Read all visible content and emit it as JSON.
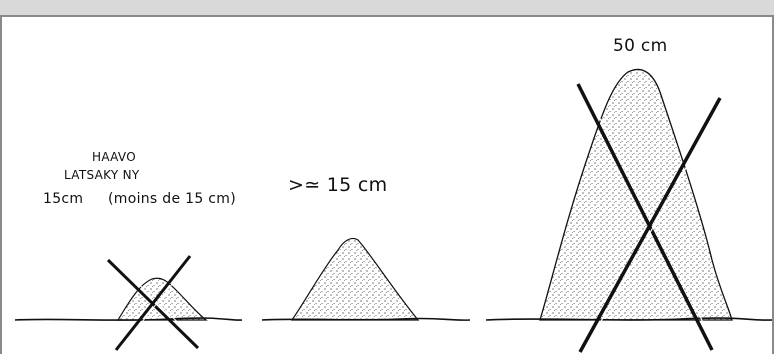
{
  "labels": {
    "small_line1": "HAAVO",
    "small_line2": "LATSAKY NY",
    "small_line3a": "15cm",
    "small_line3b": "(moins de 15 cm)",
    "medium": ">≃ 15 cm",
    "large": "50 cm"
  },
  "colors": {
    "ink": "#111111",
    "frame": "#8a8a8a",
    "top_bar": "#d9d9d9"
  }
}
